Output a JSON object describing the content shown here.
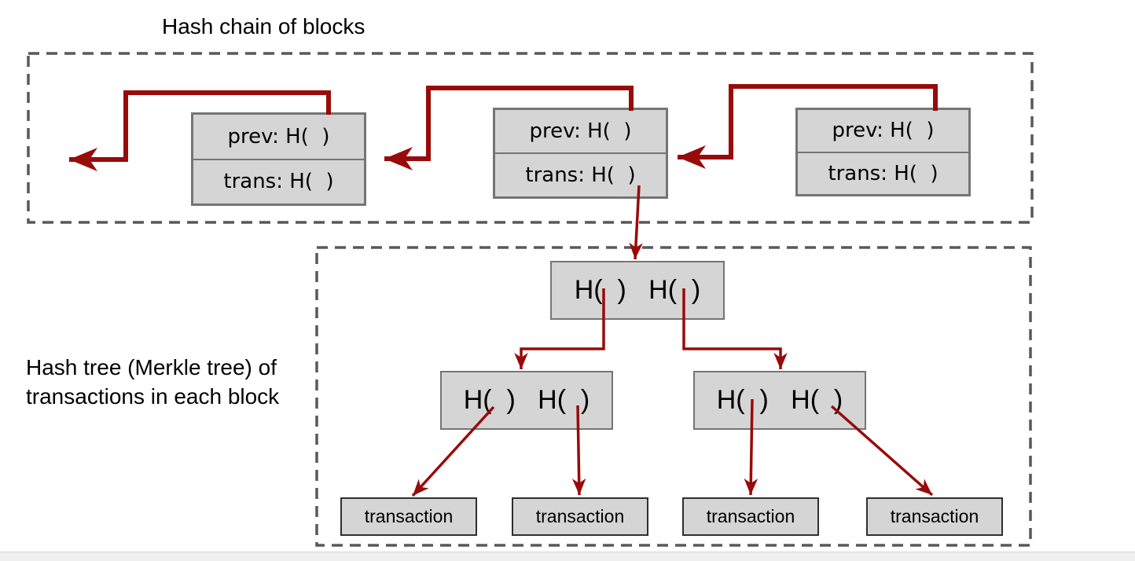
{
  "labels": {
    "chain_title": "Hash chain of blocks",
    "tree_label_line1": "Hash tree (Merkle tree) of",
    "tree_label_line2": "transactions in each block"
  },
  "chain_blocks": [
    {
      "prev": "prev: H(  )",
      "trans": "trans: H(  )"
    },
    {
      "prev": "prev: H(  )",
      "trans": "trans: H(  )"
    },
    {
      "prev": "prev: H(  )",
      "trans": "trans: H(  )"
    }
  ],
  "tree_nodes": {
    "root": "H(  )   H(  )",
    "mid_left": "H(  )   H(  )",
    "mid_right": "H(  )   H(  )"
  },
  "transactions": [
    "transaction",
    "transaction",
    "transaction",
    "transaction"
  ],
  "colors": {
    "arrow": "#990a0a",
    "box_fill": "#d5d5d5",
    "box_border": "#757575",
    "dashed_border": "#595959",
    "transaction_border": "#2f2f2f",
    "text": "#000000",
    "bottom_bar": "#f0f0f1"
  }
}
